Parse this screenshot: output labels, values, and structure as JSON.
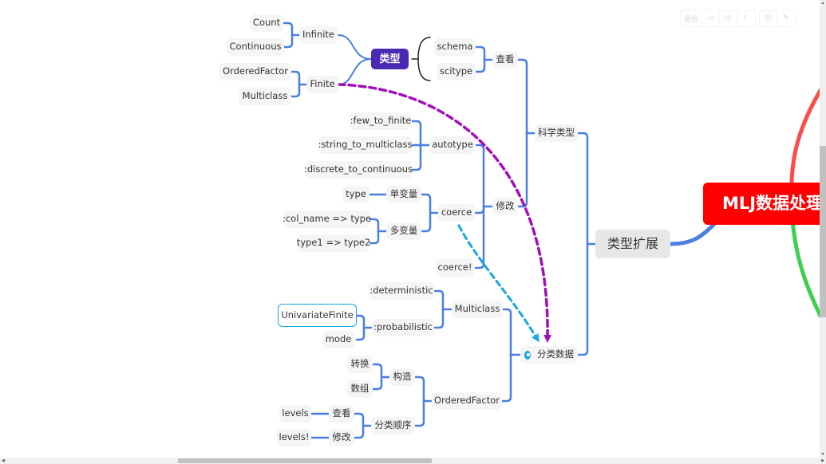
{
  "toolbar": {
    "buttons": [
      {
        "name": "exit",
        "label": "退出"
      },
      {
        "name": "outline-icon",
        "label": "▭"
      },
      {
        "name": "clock-icon",
        "label": "◷"
      },
      {
        "name": "moon-icon",
        "label": "☾"
      },
      {
        "name": "smiley-icon",
        "label": "☺"
      },
      {
        "name": "pin-icon",
        "label": "✎"
      }
    ]
  },
  "mindmap": {
    "root": "MLJ数据处理",
    "branch": "类型扩展",
    "type_group": {
      "title": "类型",
      "infinite": {
        "label": "Infinite",
        "children": [
          "Count",
          "Continuous"
        ]
      },
      "finite": {
        "label": "Finite",
        "children": [
          "OrderedFactor",
          "Multiclass"
        ]
      }
    },
    "scitype": {
      "title": "科学类型",
      "view": {
        "label": "查看",
        "children": [
          "schema",
          "scitype"
        ]
      },
      "modify": {
        "label": "修改",
        "autotype": {
          "label": "autotype",
          "children": [
            ":few_to_finite",
            ":string_to_multiclass",
            ":discrete_to_continuous"
          ]
        },
        "coerce": {
          "label": "coerce",
          "single": {
            "label": "单变量",
            "children": [
              "type"
            ]
          },
          "multi": {
            "label": "多变量",
            "children": [
              ":col_name => type",
              "type1 => type2"
            ]
          }
        },
        "coerce_bang": "coerce!"
      }
    },
    "categorical": {
      "title": "分类数据",
      "flag_icon": "flag-icon",
      "multiclass": {
        "label": "Multiclass",
        "deterministic": ":deterministic",
        "probabilistic": {
          "label": ":probabilistic",
          "children": [
            "UnivariateFinite",
            "mode"
          ]
        }
      },
      "ordered": {
        "label": "OrderedFactor",
        "construct": {
          "label": "构造",
          "children": [
            "转换",
            "数组"
          ]
        },
        "order": {
          "label": "分类顺序",
          "view": {
            "label": "查看",
            "child": "levels"
          },
          "modify": {
            "label": "修改",
            "child": "levels!"
          }
        }
      }
    },
    "colors": {
      "connector": "#4a7fe0",
      "type_node": "#4a2ab3",
      "root": "#ff0000",
      "purple_arrow": "#a010b8",
      "blue_arrow": "#1aa6e0",
      "red_branch": "#ff4a4a",
      "green_branch": "#3fcf50"
    }
  }
}
